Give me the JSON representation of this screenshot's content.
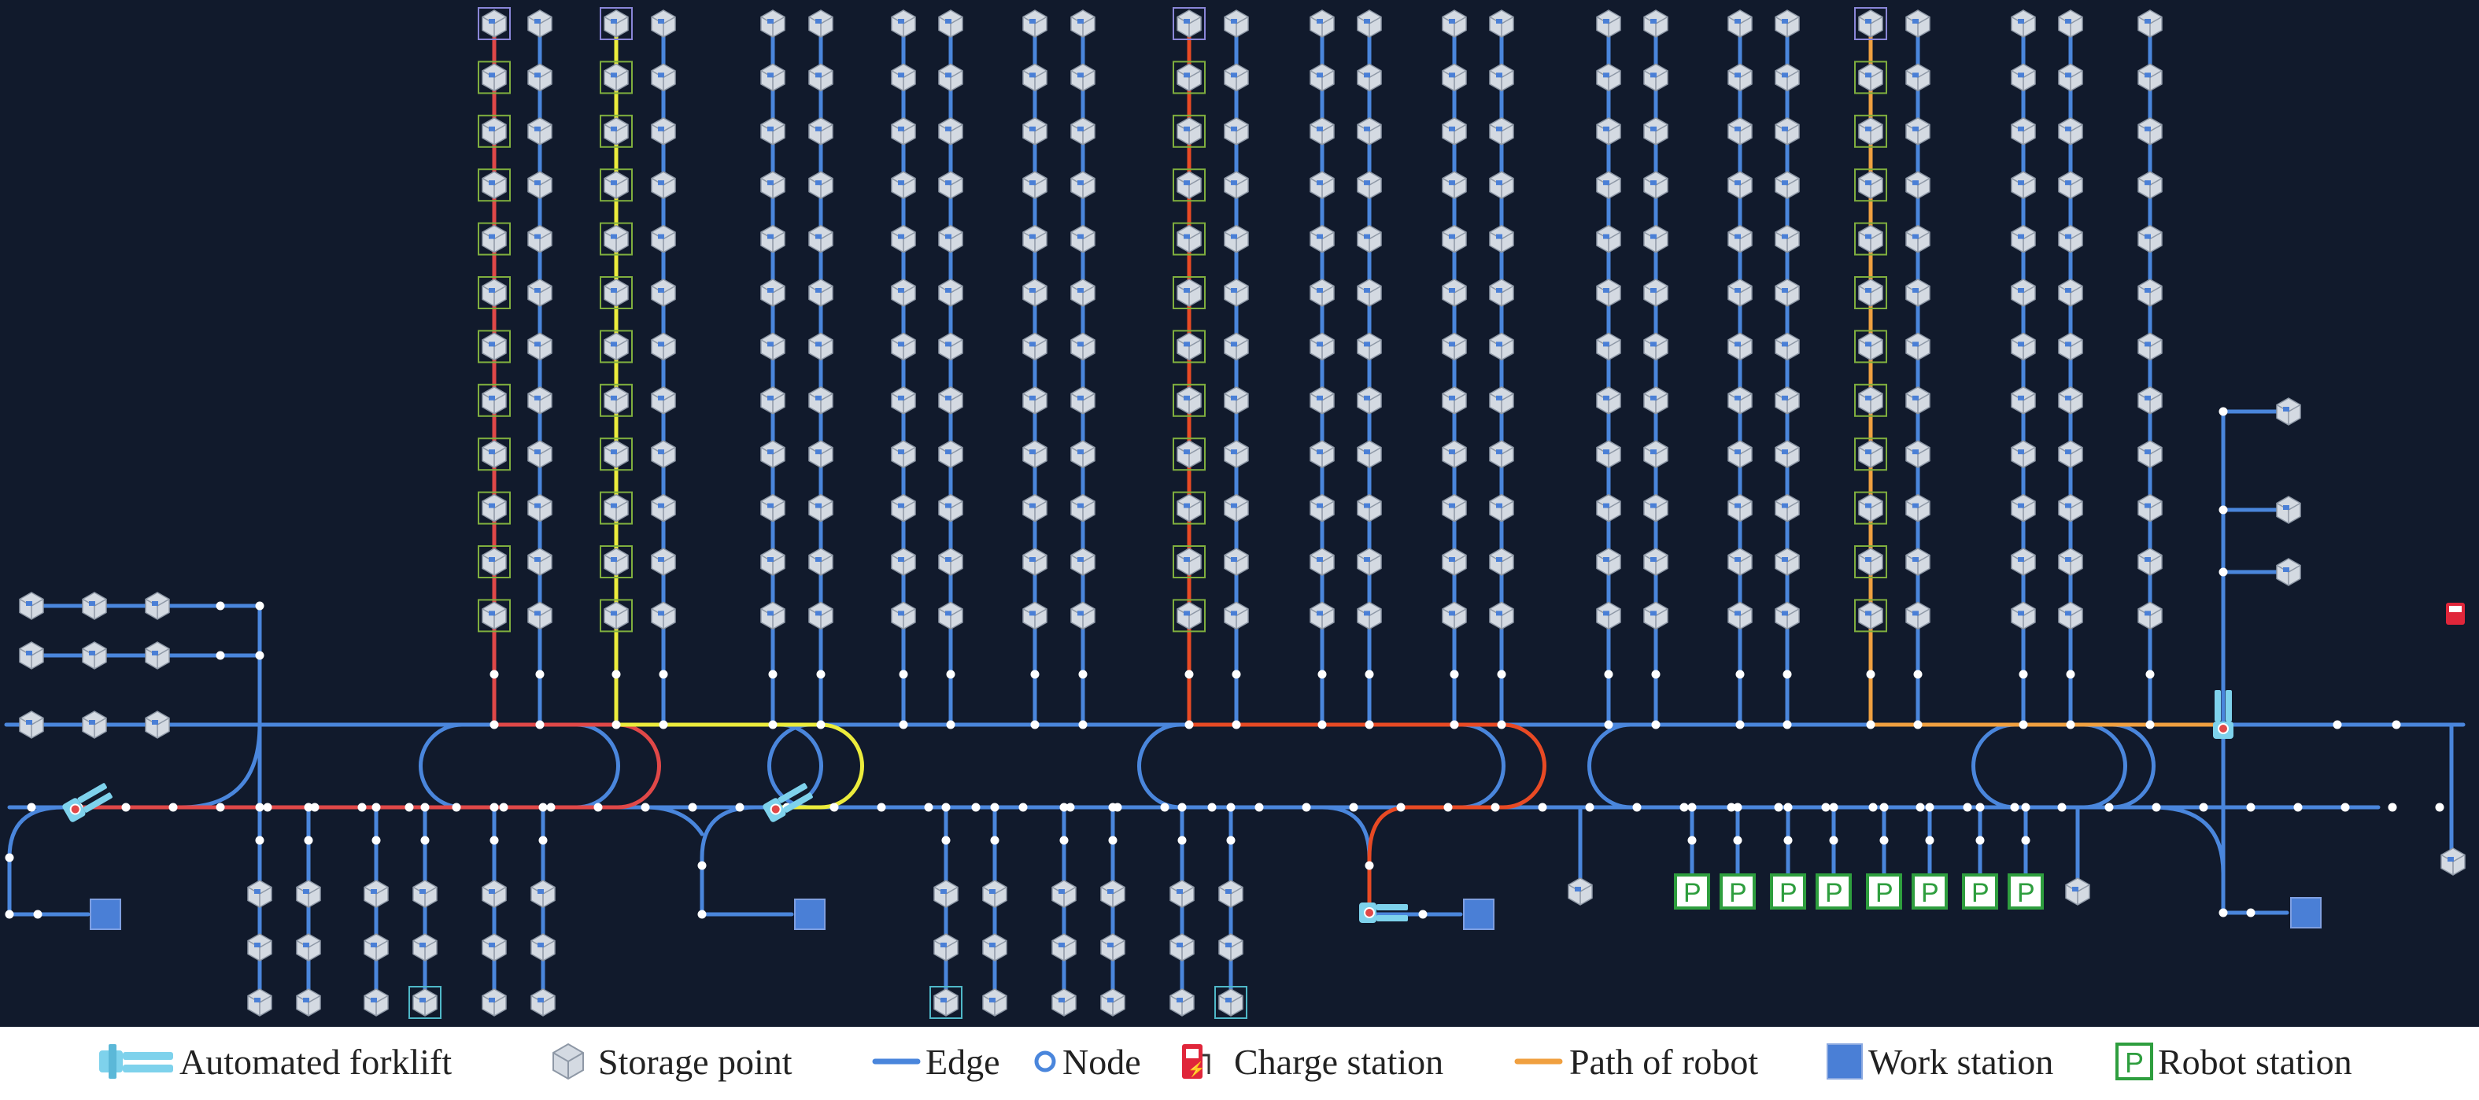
{
  "colors": {
    "background": "#111a2c",
    "edge": "#4a86dc",
    "node_fill": "#ffffff",
    "storage_body": "#d4dae2",
    "storage_edge": "#8e98a6",
    "storage_outline": "#7fae3e",
    "storage_outline_alt": "#4fb8c8",
    "storage_outline_top": "#8a86d8",
    "work_station": "#4a7fd6",
    "robot_station": "#2e9e3e",
    "forklift": "#7ed2ec",
    "charge_station": "#e0263a",
    "paths": [
      "#e04848",
      "#ecec3c",
      "#e84a24",
      "#f0a040"
    ]
  },
  "legend": {
    "items": [
      {
        "label": "Automated forklift",
        "icon": "forklift-icon"
      },
      {
        "label": "Storage point",
        "icon": "storage-point-icon"
      },
      {
        "label": "Edge",
        "icon": "edge-icon"
      },
      {
        "label": "Node",
        "icon": "node-icon"
      },
      {
        "label": "Charge station",
        "icon": "charge-station-icon"
      },
      {
        "label": "Path of robot",
        "icon": "robot-path-icon"
      },
      {
        "label": "Work station",
        "icon": "work-station-icon"
      },
      {
        "label": "Robot station",
        "icon": "robot-station-icon"
      }
    ]
  },
  "robot_station_symbol": "P",
  "charge_station_symbol": "⚡"
}
